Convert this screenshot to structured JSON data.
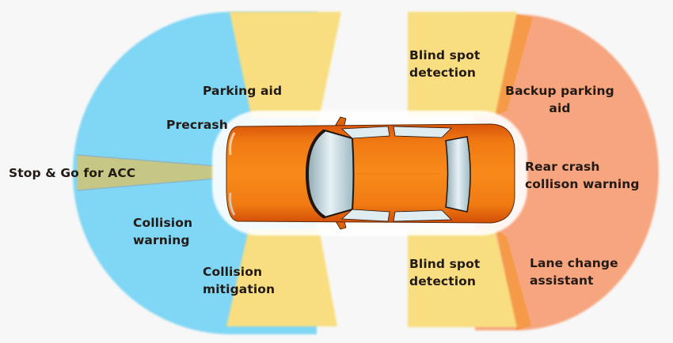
{
  "diagram": {
    "subject": "Car driver-assistance sensor coverage zones (top view)",
    "colors": {
      "background": "#f7f7f7",
      "front_long_range": "#7fd6f5",
      "acc_beam": "#c7c785",
      "side_short_range": "#f8de80",
      "rear_long_range": "#f6a57e",
      "rear_edge": "#f59a48",
      "car_body": "#f07a12",
      "car_shadow": "#d9540a",
      "glass": "#b8d2dc"
    },
    "zones": [
      {
        "id": "parking-aid",
        "label": "Parking aid",
        "color": "#f8de80",
        "position": "front-top"
      },
      {
        "id": "precrash",
        "label": "Precrash",
        "color": "#7fd6f5",
        "position": "front"
      },
      {
        "id": "stop-go-acc",
        "label": "Stop & Go for ACC",
        "color": "#c7c785",
        "position": "front-center-beam"
      },
      {
        "id": "collision-warning",
        "label": "Collision\nwarning",
        "lines": [
          "Collision",
          "warning"
        ],
        "color": "#7fd6f5",
        "position": "front"
      },
      {
        "id": "collision-mitigation",
        "label": "Collision\nmitigation",
        "lines": [
          "Collision",
          "mitigation"
        ],
        "color": "#f8de80",
        "position": "front-bottom"
      },
      {
        "id": "blind-spot-top",
        "label": "Blind spot\ndetection",
        "lines": [
          "Blind spot",
          "detection"
        ],
        "color": "#f8de80",
        "position": "rear-top"
      },
      {
        "id": "backup-parking-aid",
        "label": "Backup parking\naid",
        "lines": [
          "Backup parking",
          "aid"
        ],
        "color": "#f6a57e",
        "position": "rear"
      },
      {
        "id": "rear-crash-warning",
        "label": "Rear crash\ncollison warning",
        "lines": [
          "Rear crash",
          "collison warning"
        ],
        "color": "#f6a57e",
        "position": "rear"
      },
      {
        "id": "blind-spot-bottom",
        "label": "Blind spot\ndetection",
        "lines": [
          "Blind spot",
          "detection"
        ],
        "color": "#f8de80",
        "position": "rear-bottom"
      },
      {
        "id": "lane-change-assistant",
        "label": "Lane change\nassistant",
        "lines": [
          "Lane change",
          "assistant"
        ],
        "color": "#f6a57e",
        "position": "rear"
      }
    ],
    "car": {
      "label": "",
      "view": "top",
      "facing": "left",
      "color": "#f07a12"
    }
  },
  "labels": {
    "parking_aid": "Parking aid",
    "precrash": "Precrash",
    "stop_go_acc": "Stop & Go for ACC",
    "collision_warning_1": "Collision",
    "collision_warning_2": "warning",
    "collision_mitigation_1": "Collision",
    "collision_mitigation_2": "mitigation",
    "blind_spot_top_1": "Blind spot",
    "blind_spot_top_2": "detection",
    "backup_parking_1": "Backup parking",
    "backup_parking_2": "aid",
    "rear_crash_1": "Rear crash",
    "rear_crash_2": "collison warning",
    "blind_spot_bottom_1": "Blind spot",
    "blind_spot_bottom_2": "detection",
    "lane_change_1": "Lane change",
    "lane_change_2": "assistant"
  }
}
